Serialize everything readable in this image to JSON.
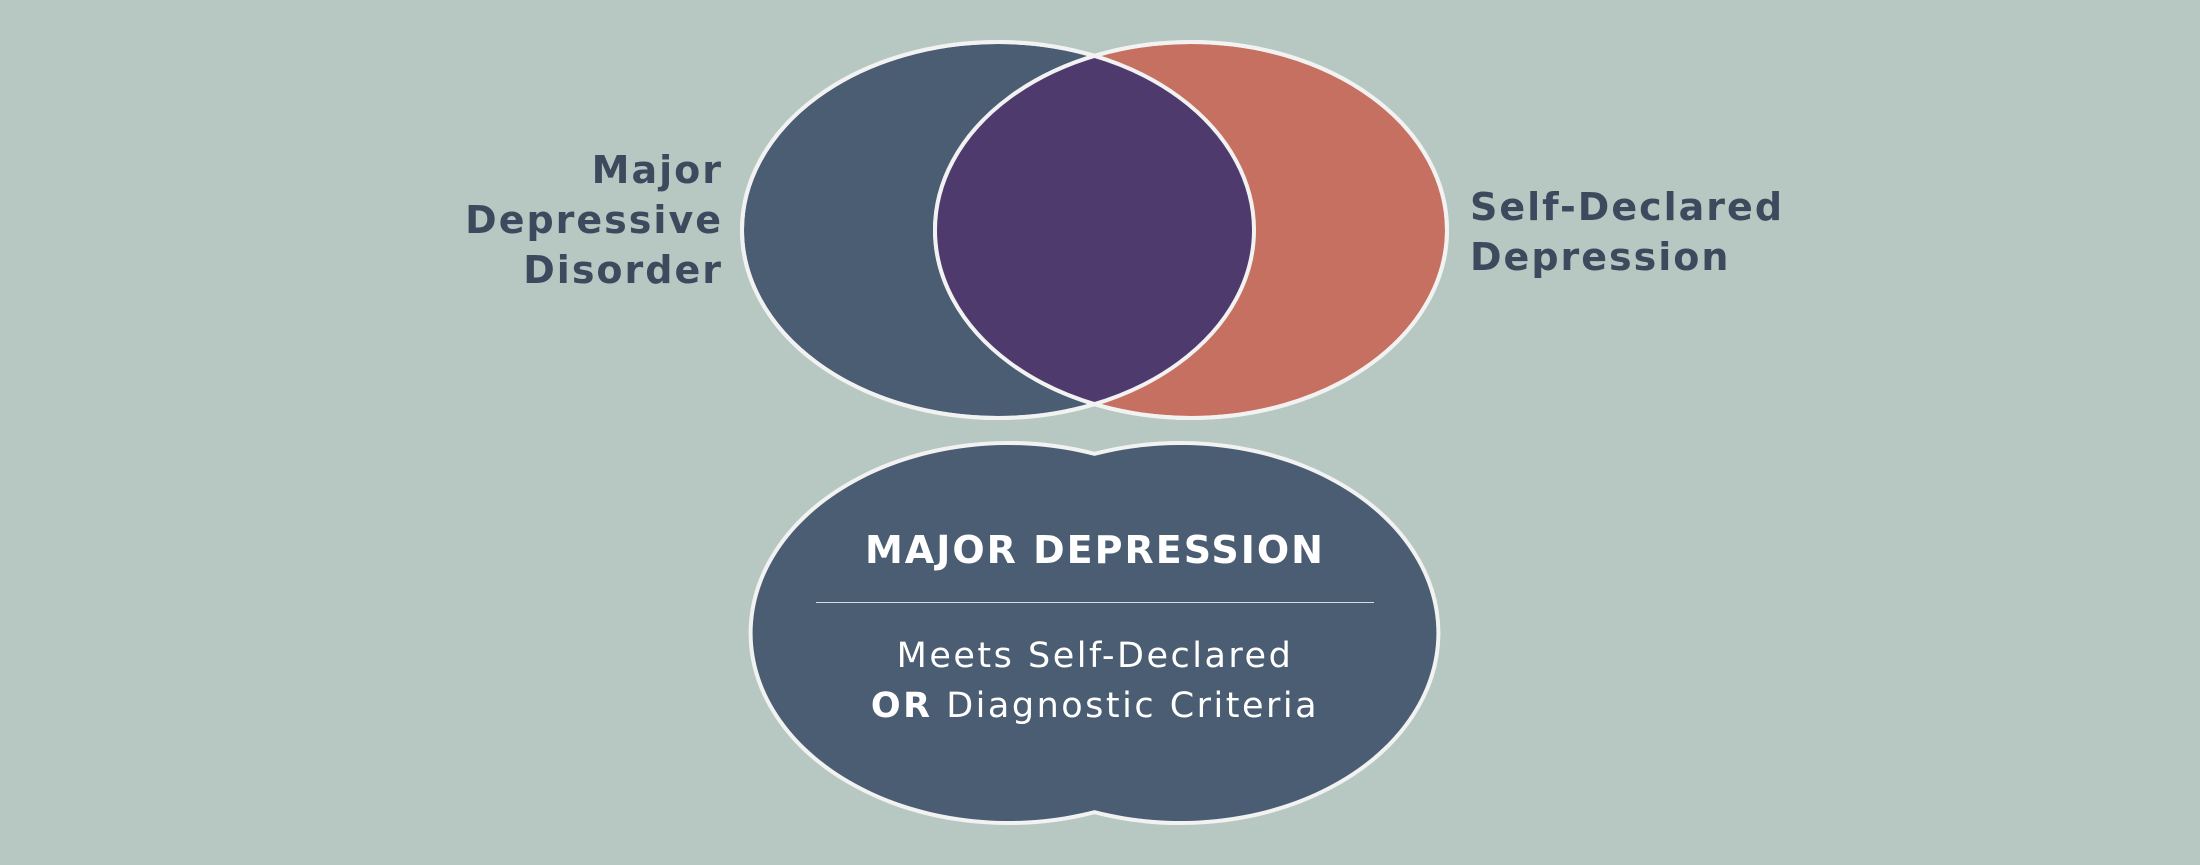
{
  "venn": {
    "left_label": [
      "Major",
      "Depressive",
      "Disorder"
    ],
    "right_label": [
      "Self-Declared",
      "Depression"
    ],
    "colors": {
      "background": "#b7c8c3",
      "left_circle": "#4b5d72",
      "right_circle": "#c67062",
      "intersection": "#4f3a6d",
      "outline": "#f2f2f2",
      "label_text": "#3d4a5e"
    }
  },
  "union": {
    "title": "MAJOR DEPRESSION",
    "line1": "Meets Self-Declared",
    "operator": "OR",
    "line2_rest": " Diagnostic Criteria",
    "colors": {
      "fill": "#4b5d72",
      "text": "#ffffff"
    }
  }
}
